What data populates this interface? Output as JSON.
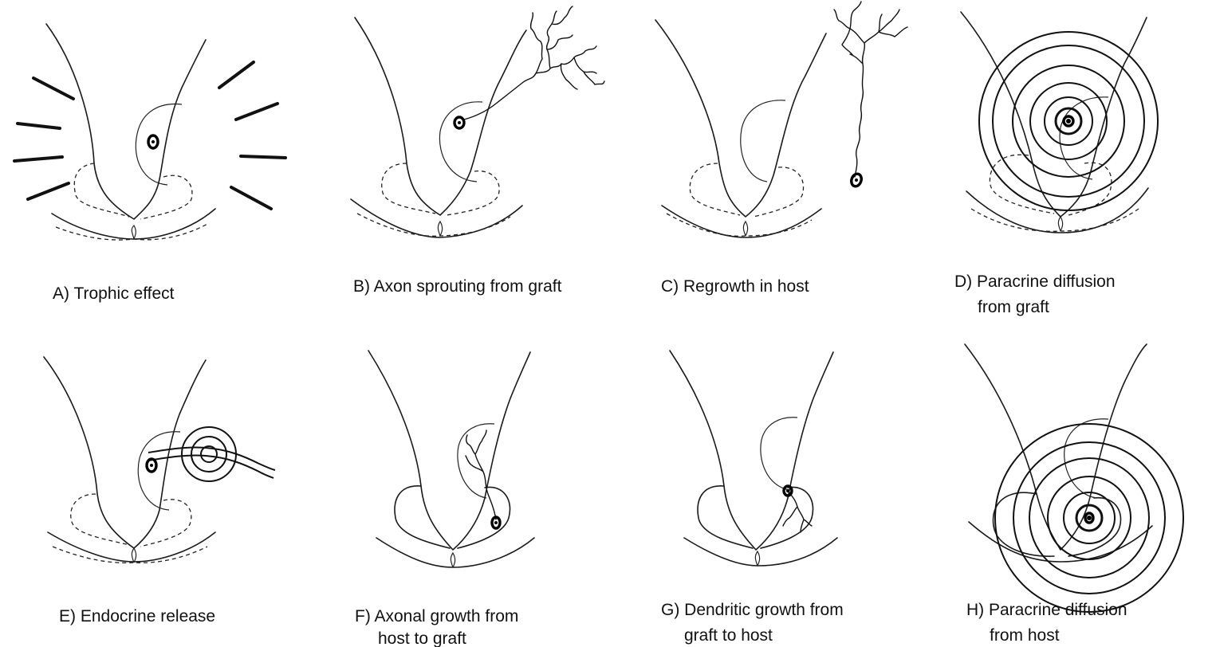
{
  "panels": [
    {
      "id": "A",
      "caption": [
        "A) Trophic effect"
      ]
    },
    {
      "id": "B",
      "caption": [
        "B) Axon sprouting from graft"
      ]
    },
    {
      "id": "C",
      "caption": [
        "C) Regrowth in host"
      ]
    },
    {
      "id": "D",
      "caption": [
        "D) Paracrine diffusion",
        "from graft"
      ]
    },
    {
      "id": "E",
      "caption": [
        "E) Endocrine release"
      ]
    },
    {
      "id": "F",
      "caption": [
        "F) Axonal growth from",
        "host to graft"
      ]
    },
    {
      "id": "G",
      "caption": [
        "G) Dendritic growth from",
        "graft to host"
      ]
    },
    {
      "id": "H",
      "caption": [
        "H) Paracrine diffusion",
        "from host"
      ]
    }
  ]
}
